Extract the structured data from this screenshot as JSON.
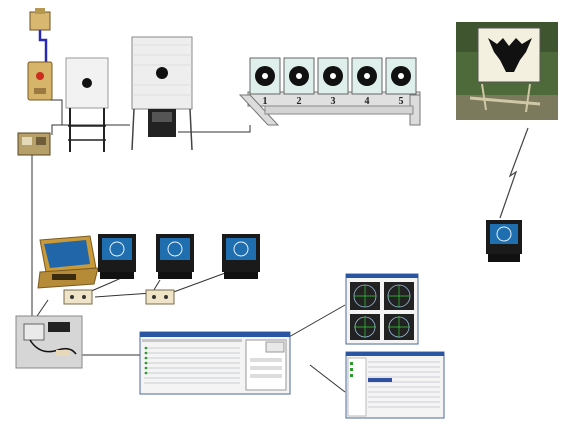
{
  "target_rack": {
    "lane_numbers": [
      "1",
      "2",
      "3",
      "4",
      "5"
    ]
  },
  "devices": [
    {
      "name": "control-unit-box"
    },
    {
      "name": "paper-target-small"
    },
    {
      "name": "paper-target-large"
    },
    {
      "name": "five-lane-target-rack"
    },
    {
      "name": "moose-target-photo"
    },
    {
      "name": "wireless-monitor"
    },
    {
      "name": "laptop-terminal"
    },
    {
      "name": "shooter-monitor"
    },
    {
      "name": "junction-box"
    },
    {
      "name": "central-pc-interface"
    },
    {
      "name": "score-software-window"
    },
    {
      "name": "target-analysis-window"
    },
    {
      "name": "database-window"
    }
  ],
  "colors": {
    "cable": "#333333",
    "monitor_screen": "#1f6fb0",
    "wireless_link": "#444444"
  }
}
